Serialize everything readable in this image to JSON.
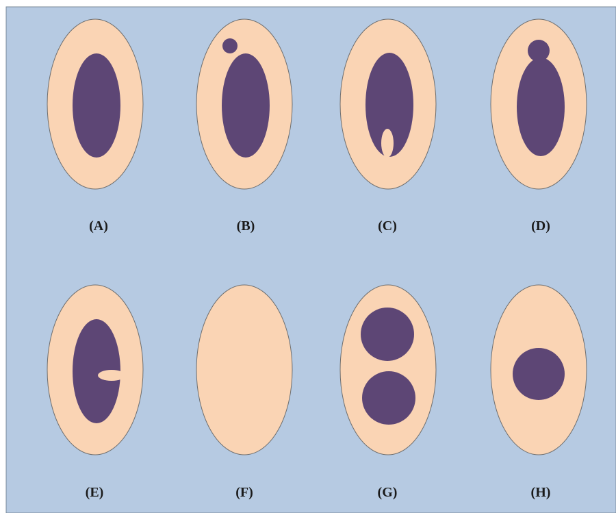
{
  "colors": {
    "background": "#b6cae2",
    "cell_fill": "#fad4b4",
    "cell_stroke": "#6e6e6e",
    "nucleus_fill": "#5d4675"
  },
  "panels": [
    {
      "id": "A",
      "label": "(A)"
    },
    {
      "id": "B",
      "label": "(B)"
    },
    {
      "id": "C",
      "label": "(C)"
    },
    {
      "id": "D",
      "label": "(D)"
    },
    {
      "id": "E",
      "label": "(E)"
    },
    {
      "id": "F",
      "label": "(F)"
    },
    {
      "id": "G",
      "label": "(G)"
    },
    {
      "id": "H",
      "label": "(H)"
    }
  ]
}
